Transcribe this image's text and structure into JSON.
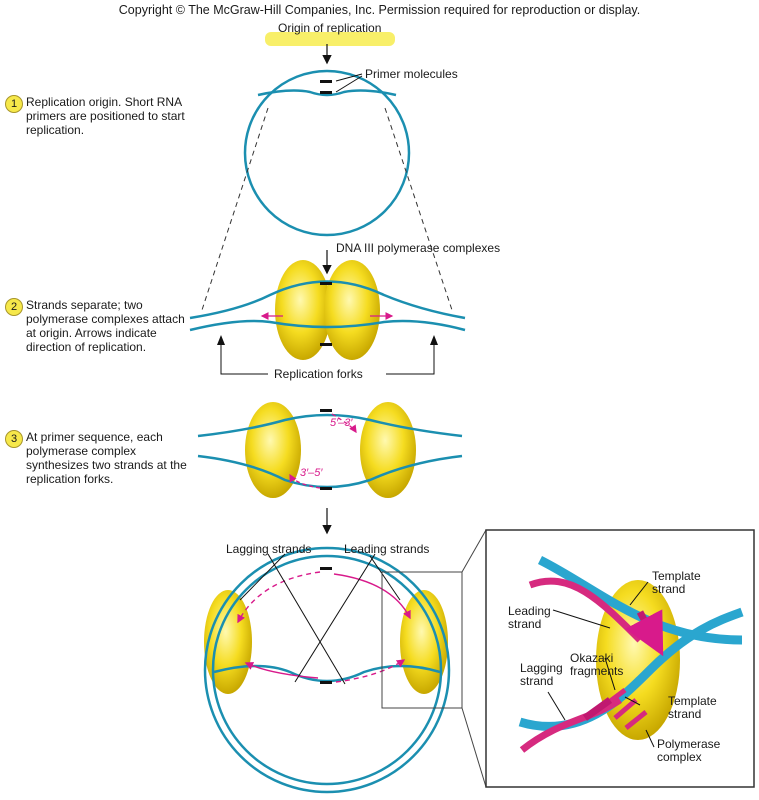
{
  "copyright": "Copyright © The McGraw-Hill Companies, Inc. Permission required for reproduction or display.",
  "labels": {
    "origin": "Origin of replication",
    "primer": "Primer molecules",
    "dna3": "DNA III polymerase complexes",
    "forks": "Replication forks",
    "lagging": "Lagging strands",
    "leading": "Leading strands",
    "p53": "5′–3′",
    "p35": "3′–5′"
  },
  "steps": [
    {
      "n": "1",
      "text": "Replication origin. Short RNA primers are positioned to start replication."
    },
    {
      "n": "2",
      "text": "Strands separate; two polymerase complexes attach at origin. Arrows indicate direction of replication."
    },
    {
      "n": "3",
      "text": "At primer sequence, each polymerase complex synthesizes two strands at the replication forks."
    }
  ],
  "inset": {
    "template1": "Template strand",
    "leading": "Leading strand",
    "okazaki": "Okazaki fragments",
    "lagging": "Lagging strand",
    "template2": "Template strand",
    "polymerase": "Polymerase complex"
  },
  "colors": {
    "dna": "#1b8fb0",
    "polymerase": "#f2d313",
    "arrows": "#d81a8b",
    "origin_bar": "#f7ec4f"
  }
}
